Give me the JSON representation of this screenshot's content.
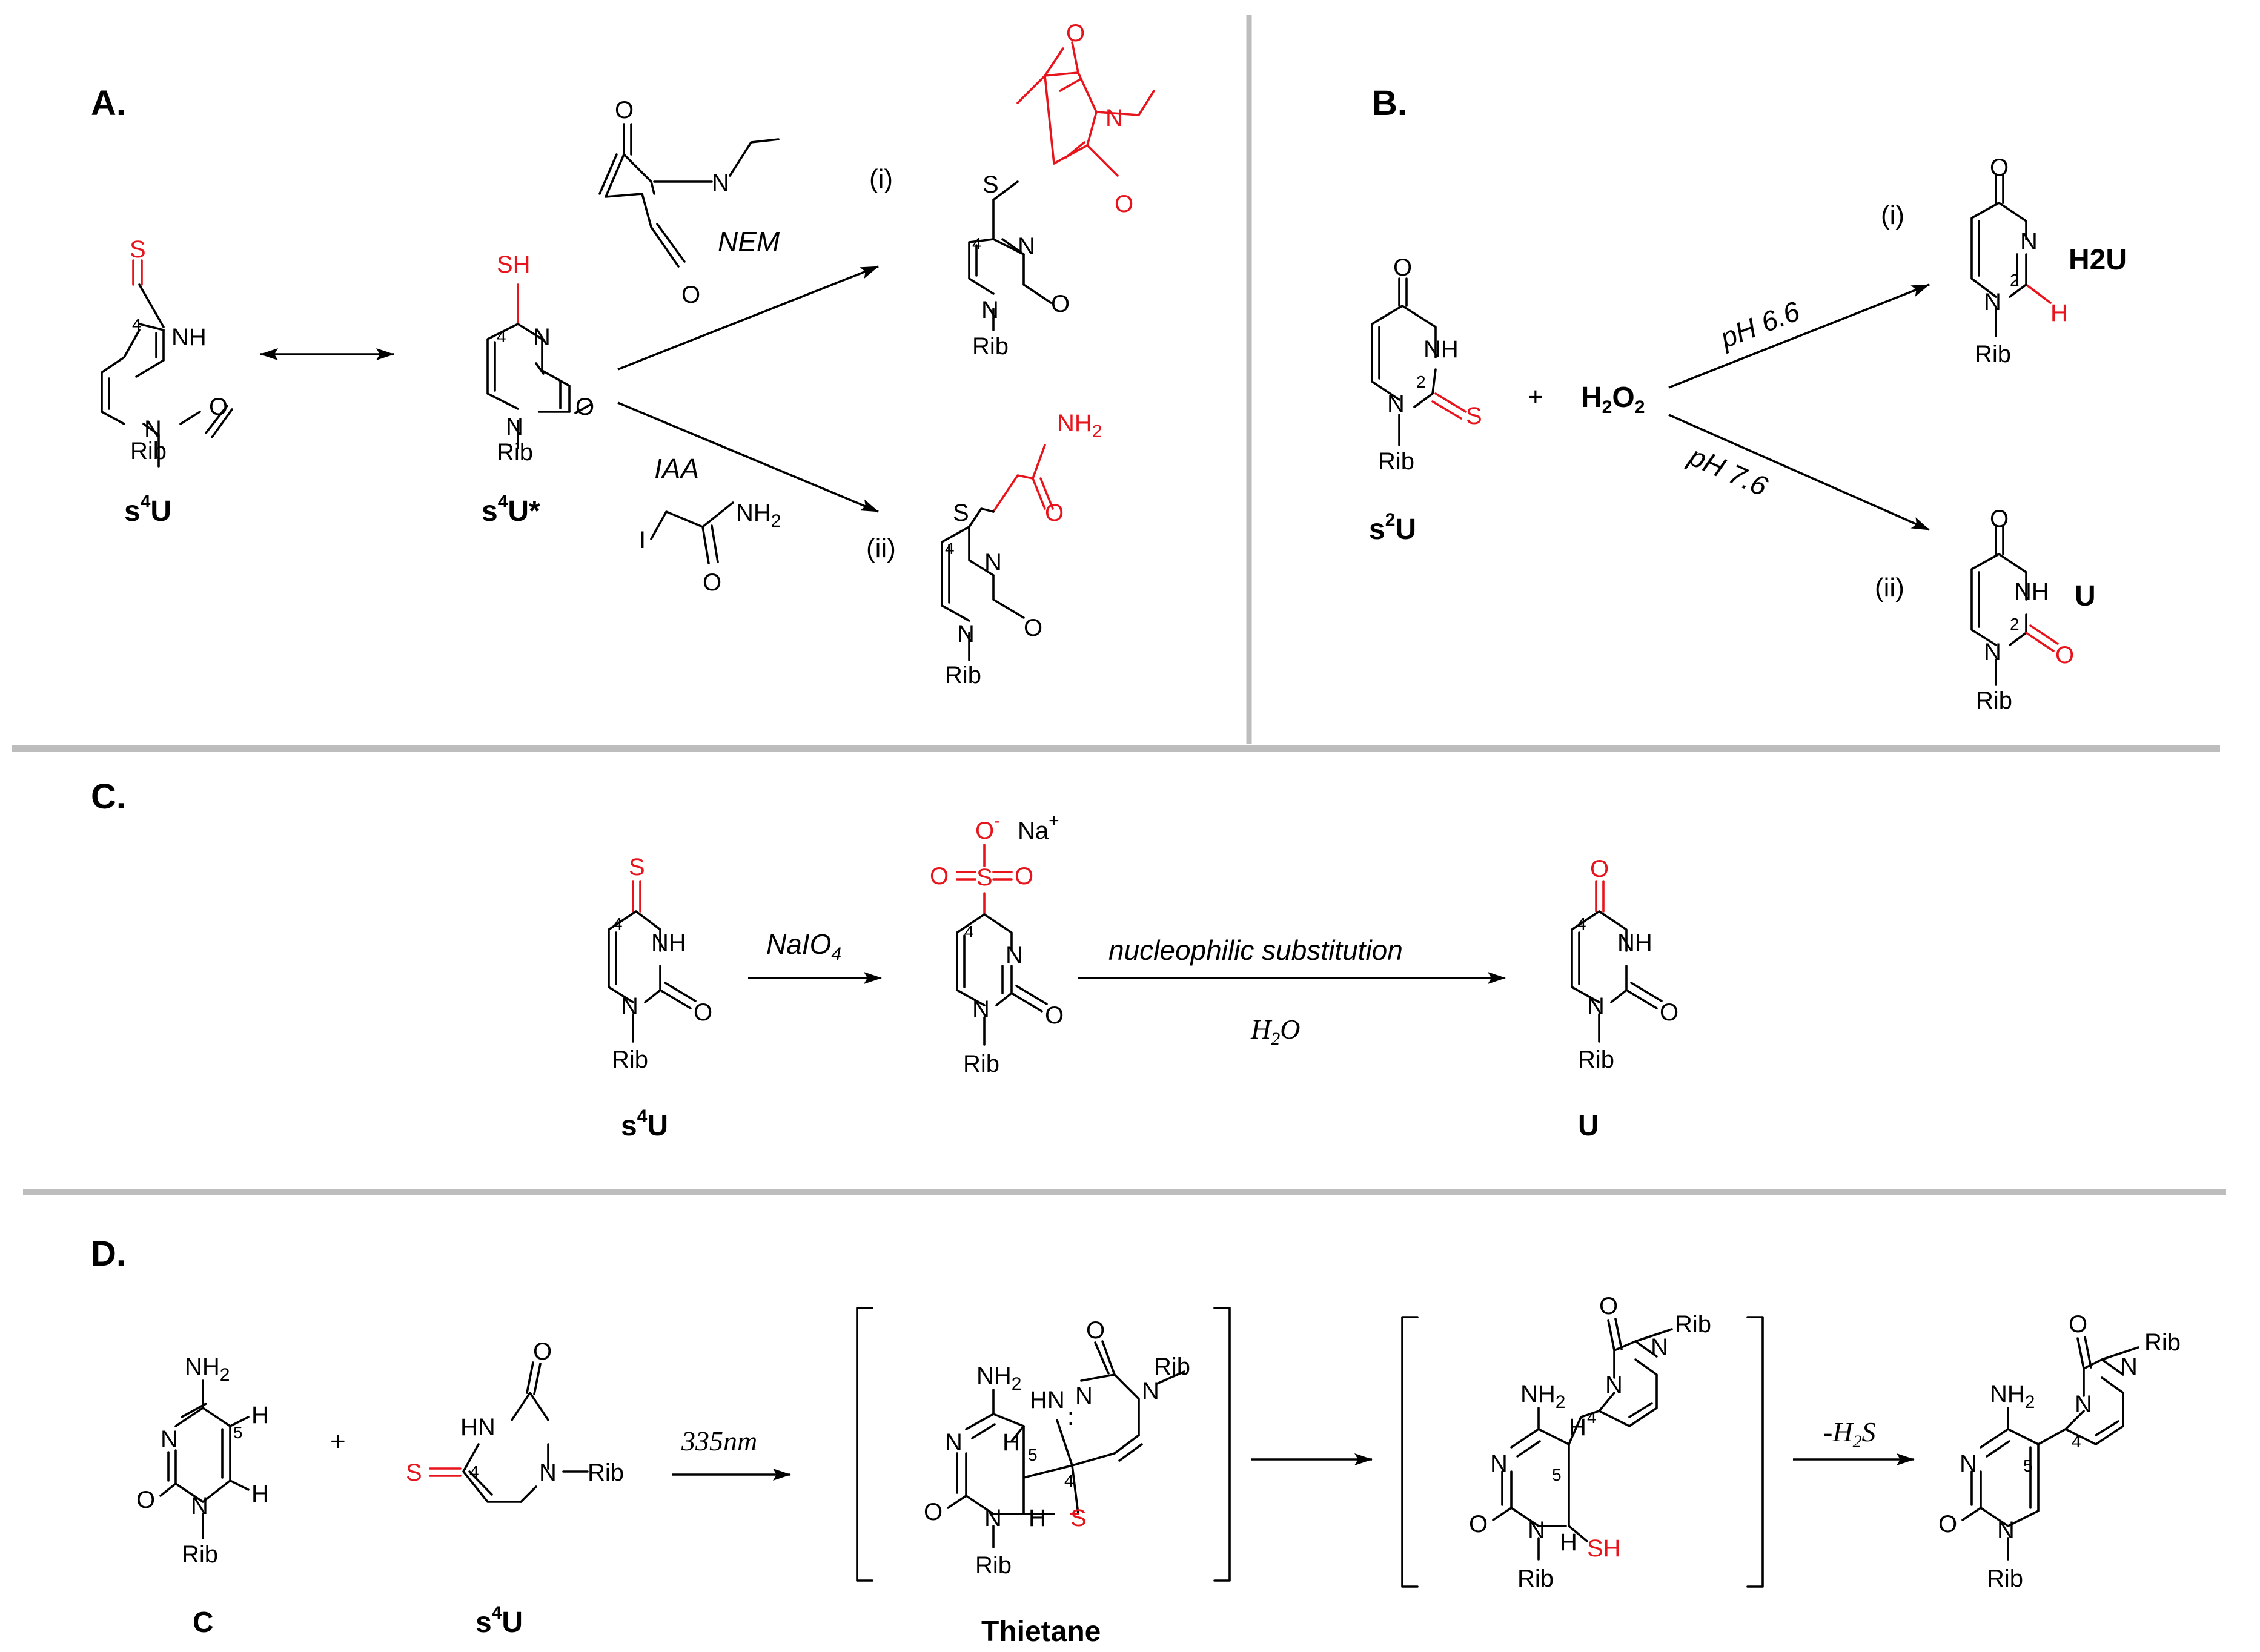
{
  "colors": {
    "accent_red": "#e8141c",
    "divider": "#bdbdbd",
    "line": "#000000"
  },
  "atoms": {
    "S": "S",
    "SH": "SH",
    "O": "O",
    "N": "N",
    "NH": "NH",
    "HN": "HN",
    "H": "H",
    "Rib": "Rib",
    "NH2_main": "NH",
    "sub2": "2",
    "I": "I",
    "Na": "Na",
    "plus_sup": "+",
    "minus_sup": "-",
    "lone_pair": ":",
    "pos2": "2",
    "pos4": "4",
    "pos5": "5"
  },
  "panels": {
    "A": {
      "label": "A.",
      "compound1": {
        "main": "s",
        "sup": "4",
        "end": "U"
      },
      "compound2": {
        "main": "s",
        "sup": "4",
        "end": "U*"
      },
      "reagent1": "NEM",
      "reagent2": "IAA",
      "product1_tag": "(i)",
      "product2_tag": "(ii)"
    },
    "B": {
      "label": "B.",
      "reactant": {
        "main": "s",
        "sup": "2",
        "end": "U"
      },
      "plus": "+",
      "oxidant": {
        "main": "H",
        "sub": "2",
        "mid": "O",
        "sub2": "2"
      },
      "cond1": "pH 6.6",
      "cond2": "pH 7.6",
      "tag1": "(i)",
      "tag2": "(ii)",
      "product1": "H2U",
      "product2": "U"
    },
    "C": {
      "label": "C.",
      "reactant": {
        "main": "s",
        "sup": "4",
        "end": "U"
      },
      "reagent": {
        "main": "NaIO",
        "sub": "4"
      },
      "step2_top": "nucleophilic substitution",
      "step2_bottom": {
        "main": "H",
        "sub": "2",
        "end": "O"
      },
      "product": "U"
    },
    "D": {
      "label": "D.",
      "reactant1": "C",
      "plus": "+",
      "reactant2": {
        "main": "s",
        "sup": "4",
        "end": "U"
      },
      "light": "335nm",
      "intermediate": "Thietane",
      "loss": {
        "main": "-H",
        "sub": "2",
        "end": "S"
      }
    }
  }
}
